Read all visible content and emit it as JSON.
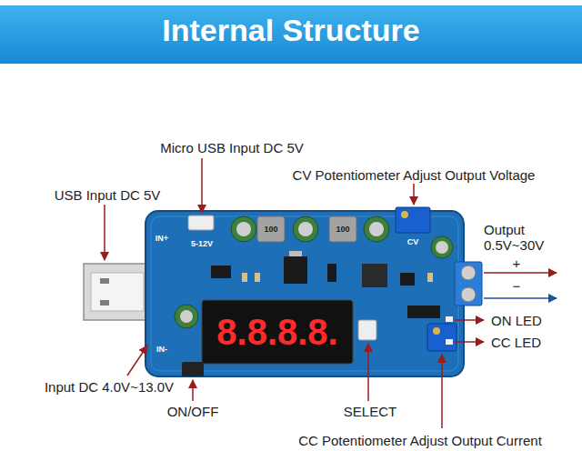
{
  "diagram": {
    "title": "Internal Structure",
    "labels": [
      "Micro USB Input DC 5V",
      "CV Potentiometer Adjust Output Voltage",
      "USB Input DC 5V",
      "100",
      "100",
      "CV",
      "IN+",
      "5-12V",
      "Output 0.5V~30V",
      "+",
      "−",
      "8.8.8.8.",
      "IN-",
      "ON LED",
      "CC LED",
      "Input DC 4.0V~13.0V",
      "ON/OFF",
      "SELECT",
      "CC Potentiometer Adjust Output Current"
    ]
  }
}
